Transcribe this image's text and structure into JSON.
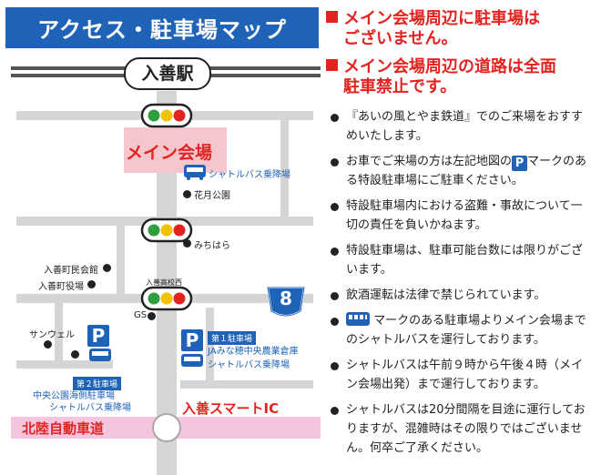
{
  "title": "アクセス・駐車場マップ",
  "map": {
    "station": "入善駅",
    "main_venue": "メイン会場",
    "shuttle_stop_main": "シャトルバス乗降場",
    "landmarks": {
      "hanatsuki_park": "花月公園",
      "michihara": "みちはら",
      "community_center": "入善町民会館",
      "town_office": "入善町役場",
      "high_school": "入善高校西",
      "gs": "GS",
      "sanwell": "サンウェル"
    },
    "route_number": "8",
    "parking1": {
      "badge": "第１駐車場",
      "name": "JAみな穂中央農業倉庫",
      "shuttle": "シャトルバス乗降場"
    },
    "parking2": {
      "badge": "第２駐車場",
      "name": "中央公園海側駐車場",
      "shuttle": "シャトルバス乗降場"
    },
    "smart_ic": "入善スマートIC",
    "expressway": "北陸自動車道",
    "parking_symbol": "P"
  },
  "notices": [
    {
      "line1": "メイン会場周辺に駐車場は",
      "line2": "ございません。"
    },
    {
      "line1": "メイン会場周辺の道路は全面",
      "line2": "駐車禁止です。"
    }
  ],
  "bullets": [
    "『あいの風とやま鉄道』でのご来場をおすすめいたします。",
    {
      "before": "お車でご来場の方は左記地図の",
      "after": "マークのある特設駐車場にご駐車ください。"
    },
    "特設駐車場内における盗難・事故について一切の責任を負いかねます。",
    "特設駐車場は、駐車可能台数には限りがございます。",
    "飲酒運転は法律で禁じられています。",
    {
      "after": "マークのある駐車場よりメイン会場までのシャトルバスを運行しております。"
    },
    "シャトルバスは午前９時から午後４時（メイン会場出発）まで運行しております。",
    "シャトルバスは20分間隔を目途に運行しておりますが、混雑時はその限りではございません。何卒ご了承ください。"
  ],
  "colors": {
    "accent_blue": "#1e63b8",
    "notice_red": "#e3231f",
    "expressway_pink": "#f5c4de",
    "venue_pink": "#f6c6cf",
    "road_gray": "#d5d5d5"
  }
}
